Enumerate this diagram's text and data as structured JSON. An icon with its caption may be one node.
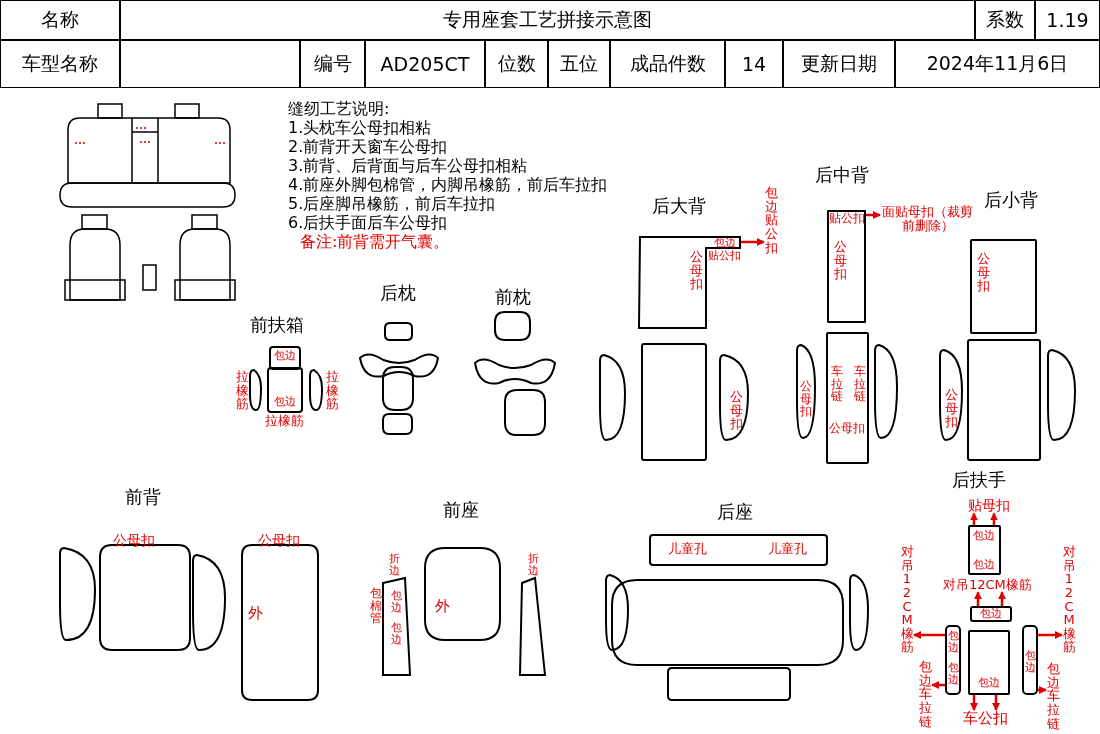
{
  "diagram": {
    "nodes": [
      {
        "text": [
          "面贴母扣（裁剪前删除）"
        ]
      },
      {
        "text": [
          "包边贴公扣"
        ]
      },
      {
        "text": [
          "贴母扣"
        ]
      },
      {
        "text": [
          "对吊12CM橡筋"
        ]
      },
      {
        "text": [
          "对吊12CM橡筋"
        ]
      },
      {
        "text": [
          "包边车拉链"
        ]
      },
      {
        "text": [
          "对吊12CM橡筋"
        ]
      },
      {
        "text": [
          "包边车拉链"
        ]
      },
      {
        "text": [
          "车公扣"
        ]
      },
      {
        "text": [
          "包边",
          "公母扣",
          "贴公扣"
        ]
      },
      {
        "text": [
          "贴公扣",
          "公母扣"
        ]
      },
      {
        "text": [
          "包边",
          "包边"
        ]
      },
      {
        "text": [
          "包边"
        ]
      },
      {
        "text": [
          "包边",
          "包边"
        ]
      },
      {
        "text": [
          "包边"
        ]
      },
      {
        "text": [
          "包边"
        ]
      }
    ],
    "edges": [
      {
        "from": 10,
        "to": 0,
        "arrow": "to"
      },
      {
        "from": 9,
        "to": 1,
        "arrow": "to"
      },
      {
        "from": 11,
        "to": 2,
        "arrow": "to"
      },
      {
        "from": 11,
        "to": 2,
        "arrow": "to"
      },
      {
        "from": 12,
        "to": 3,
        "arrow": "to"
      },
      {
        "from": 12,
        "to": 3,
        "arrow": "to"
      },
      {
        "from": 13,
        "to": 4,
        "arrow": "to"
      },
      {
        "from": 13,
        "to": 5,
        "arrow": "to"
      },
      {
        "from": 14,
        "to": 6,
        "arrow": "to"
      },
      {
        "from": 14,
        "to": 7,
        "arrow": "to"
      },
      {
        "from": 15,
        "to": 8,
        "arrow": "to"
      },
      {
        "from": 15,
        "to": 8,
        "arrow": "to"
      }
    ],
    "labels": [
      "名称",
      "专用座套工艺拼接示意图",
      "系数",
      "1.19",
      "车型名称",
      "编号",
      "AD205CT",
      "位数",
      "五位",
      "成品件数",
      "14",
      "更新日期",
      "2024年11月6日",
      "缝纫工艺说明:",
      "1.头枕车公母扣相粘",
      "2.前背开天窗车公母扣",
      "3.前背、后背面与后车公母扣相粘",
      "4.前座外脚包棉管，内脚吊橡筋，前后车拉扣",
      "5.后座脚吊橡筋，前后车拉扣",
      "6.后扶手面后车公母扣",
      "备注:前背需开气囊。",
      "前扶箱",
      "后枕",
      "前枕",
      "后大背",
      "后中背",
      "后小背",
      "后扶手",
      "前背",
      "前座",
      "后座",
      "包边",
      "拉橡筋",
      "拉橡筋",
      "包边",
      "拉橡筋",
      "公母扣",
      "公母扣",
      "车拉链",
      "车拉链",
      "公母扣",
      "公母扣",
      "公母扣",
      "公母扣",
      "公母扣",
      "外",
      "折边",
      "包棉管",
      "包边",
      "包边",
      "外",
      "折边",
      "儿童孔",
      "儿童孔"
    ]
  }
}
